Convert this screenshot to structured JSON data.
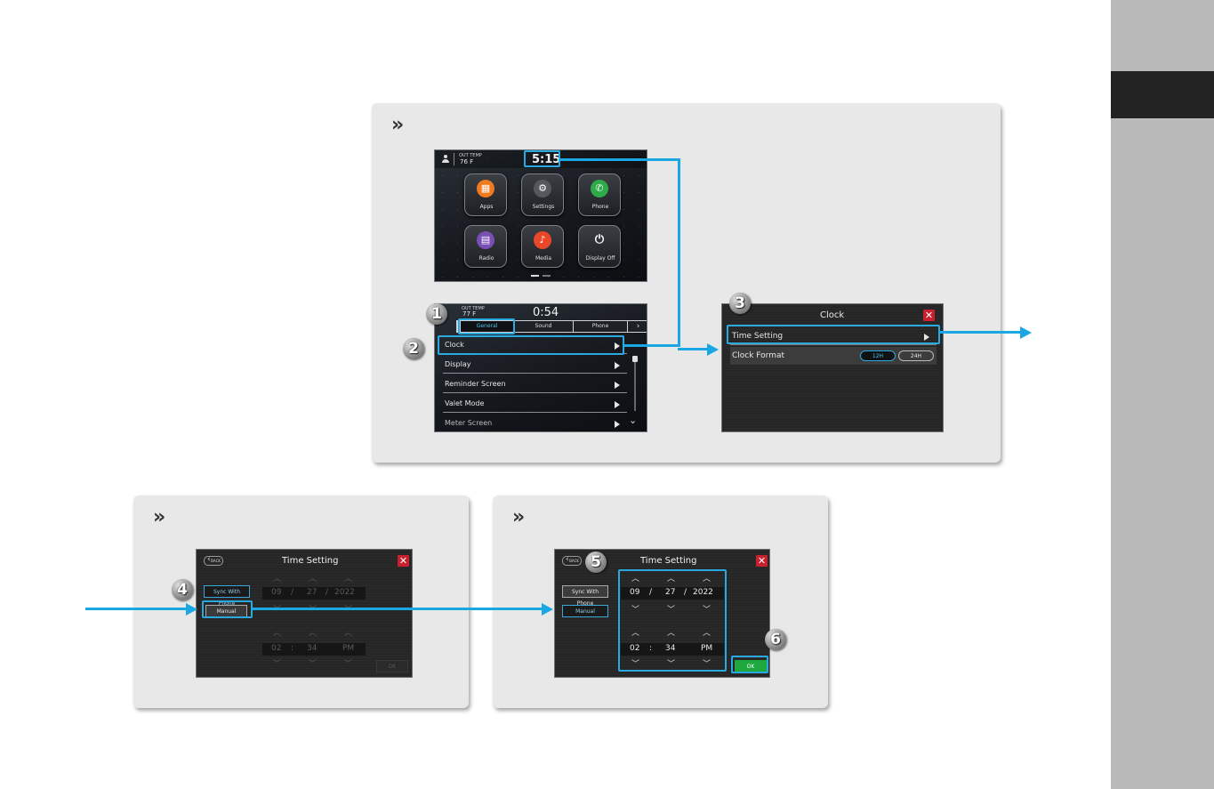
{
  "page": {
    "sections": [
      "»",
      "»",
      "»"
    ]
  },
  "home_screen": {
    "out_temp_label": "OUT TEMP",
    "out_temp_value": "76 F",
    "clock": "5:15",
    "apps": [
      {
        "label": "Apps",
        "icon": "apps-grid-icon",
        "color": "#f07b1f"
      },
      {
        "label": "Settings",
        "icon": "gear-icon",
        "color": "#6b6e73"
      },
      {
        "label": "Phone",
        "icon": "phone-icon",
        "color": "#2eab48"
      },
      {
        "label": "Radio",
        "icon": "radio-icon",
        "color": "#7a4fb5"
      },
      {
        "label": "Media",
        "icon": "music-note-icon",
        "color": "#e8472a"
      },
      {
        "label": "Display Off",
        "icon": "power-icon",
        "color": "#2a2c30"
      }
    ]
  },
  "settings_screen": {
    "out_temp_label": "OUT TEMP",
    "out_temp_value": "77 F",
    "clock": "0:54",
    "tabs": [
      "General",
      "Sound",
      "Phone"
    ],
    "rows": [
      "Clock",
      "Display",
      "Reminder Screen",
      "Valet Mode",
      "Meter Screen"
    ]
  },
  "clock_screen": {
    "title": "Clock",
    "rows": [
      "Time Setting",
      "Clock Format"
    ],
    "format_options": [
      "12H",
      "24H"
    ]
  },
  "time_setting_a": {
    "back": "BACK",
    "title": "Time Setting",
    "sync_button": "Sync With Phone",
    "manual_button": "Manual",
    "month": "09",
    "day": "27",
    "year": "2022",
    "hour": "02",
    "minute": "34",
    "ampm": "PM",
    "ok": "OK"
  },
  "time_setting_b": {
    "back": "BACK",
    "title": "Time Setting",
    "sync_button": "Sync With Phone",
    "manual_button": "Manual",
    "month": "09",
    "day": "27",
    "year": "2022",
    "hour": "02",
    "minute": "34",
    "ampm": "PM",
    "ok": "OK"
  },
  "steps": [
    "1",
    "2",
    "3",
    "4",
    "5",
    "6"
  ],
  "colors": {
    "accent": "#2aa9e0",
    "arrow": "#1aa7e4",
    "ok_green": "#1fa83d",
    "close_red": "#c9202f"
  }
}
